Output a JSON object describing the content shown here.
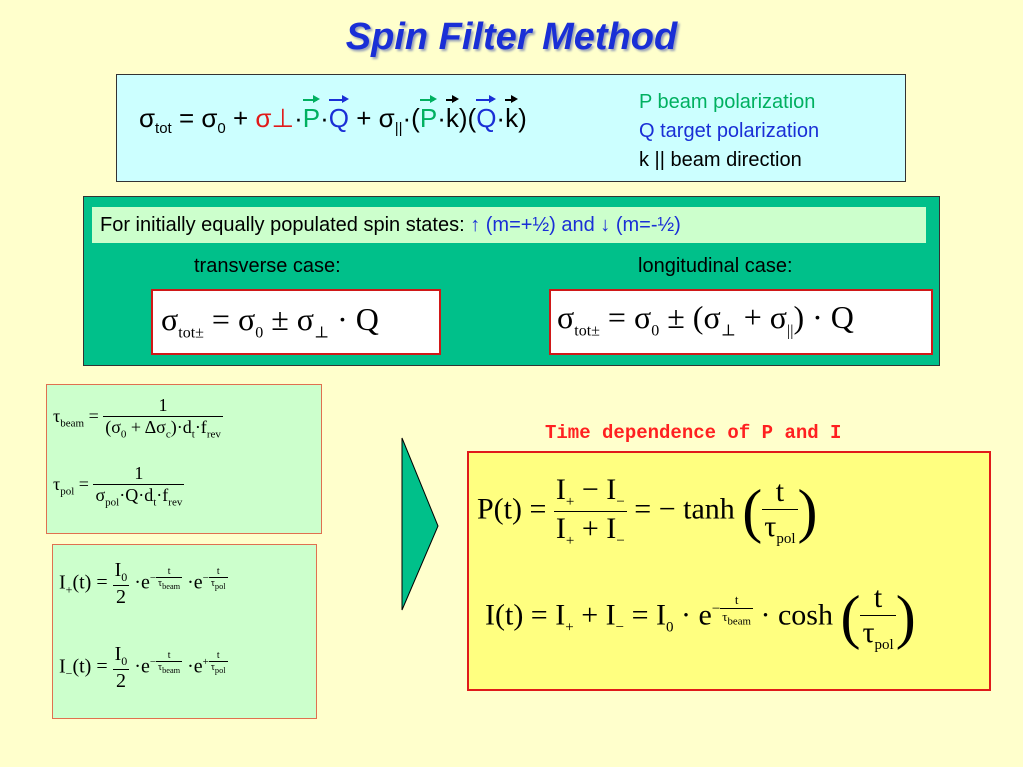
{
  "title": "Spin Filter Method",
  "box1": {
    "sigma_tot": "σ",
    "tot_sub": "tot",
    "sigma0": "σ",
    "zero_sub": "0",
    "perp": "σ⊥",
    "P": "P",
    "Q": "Q",
    "k": "k",
    "par_sub": "||",
    "legend": [
      {
        "text": "P beam polarization",
        "color": "#00b060"
      },
      {
        "text": "Q target polarization",
        "color": "#1a2fd6"
      },
      {
        "text": "k || beam direction",
        "color": "#000000"
      }
    ]
  },
  "box2": {
    "header_prefix": "For initially equally populated spin states: ",
    "header_suffix": "↑ (m=+½) and ↓ (m=-½)",
    "transverse_label": "transverse case:",
    "longitudinal_label": "longitudinal case:",
    "sub_tot_pm": "tot±",
    "sub_zero": "0",
    "sub_perp": "⊥",
    "sub_par": "||",
    "Q": "Q"
  },
  "box3": {
    "tau_beam_sub": "beam",
    "tau_pol_sub": "pol",
    "one": "1",
    "sigma0_sub": "0",
    "delta_sigma_sub": "c",
    "dt_sub": "t",
    "frev_sub": "rev",
    "Q": "Q"
  },
  "box_i": {
    "plus_sub": "+",
    "minus_sub": "−",
    "I0": "I",
    "zero": "0",
    "two": "2",
    "t": "t",
    "beam": "beam",
    "pol": "pol"
  },
  "time_dependence_label": "Time dependence of P and I",
  "box4": {
    "tanh": "tanh",
    "cosh": "cosh",
    "t": "t",
    "pol": "pol",
    "beam": "beam"
  },
  "colors": {
    "title": "#1a2fd6",
    "red": "#e01a1a",
    "green": "#00b060",
    "blue": "#1a2fd6",
    "teal_box": "#00c08a"
  }
}
